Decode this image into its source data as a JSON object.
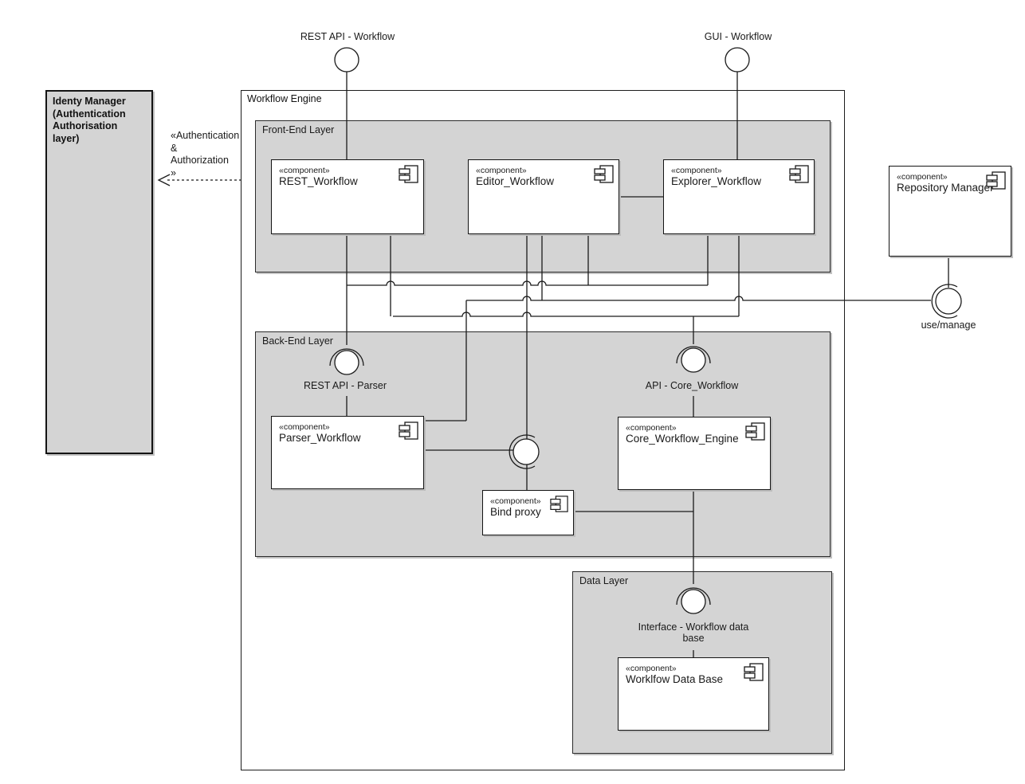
{
  "engine_title": "Workflow Engine",
  "identity_manager_label": "Identy Manager\n(Authentication\nAuthorisation\nlayer)",
  "dependency_label": "«Authentication\n&\nAuthorization\n»",
  "layers": {
    "front_end": "Front-End Layer",
    "back_end": "Back-End Layer",
    "data": "Data Layer"
  },
  "stereotype": "«component»",
  "components": {
    "rest_workflow": "REST_Workflow",
    "editor_workflow": "Editor_Workflow",
    "explorer_workflow": "Explorer_Workflow",
    "parser_workflow": "Parser_Workflow",
    "core_workflow_engine": "Core_Workflow_Engine",
    "bind_proxy": "Bind proxy",
    "workflow_data_base": "Worklfow Data Base",
    "repository_manager": "Repository Manager"
  },
  "interfaces": {
    "rest_api_workflow": "REST API - Workflow",
    "gui_workflow": "GUI - Workflow",
    "rest_api_parser": "REST API - Parser",
    "api_core_workflow": "API - Core_Workflow",
    "workflow_data_base": "Interface - Workflow data base",
    "use_manage": "use/manage"
  },
  "icons": {
    "component_icon": "uml-component-glyph",
    "provided_interface_icon": "lollipop-circle",
    "required_interface_icon": "socket-arc"
  },
  "colors": {
    "layer_fill": "#d4d4d4",
    "component_fill": "#ffffff",
    "line": "#1a1a1a"
  }
}
